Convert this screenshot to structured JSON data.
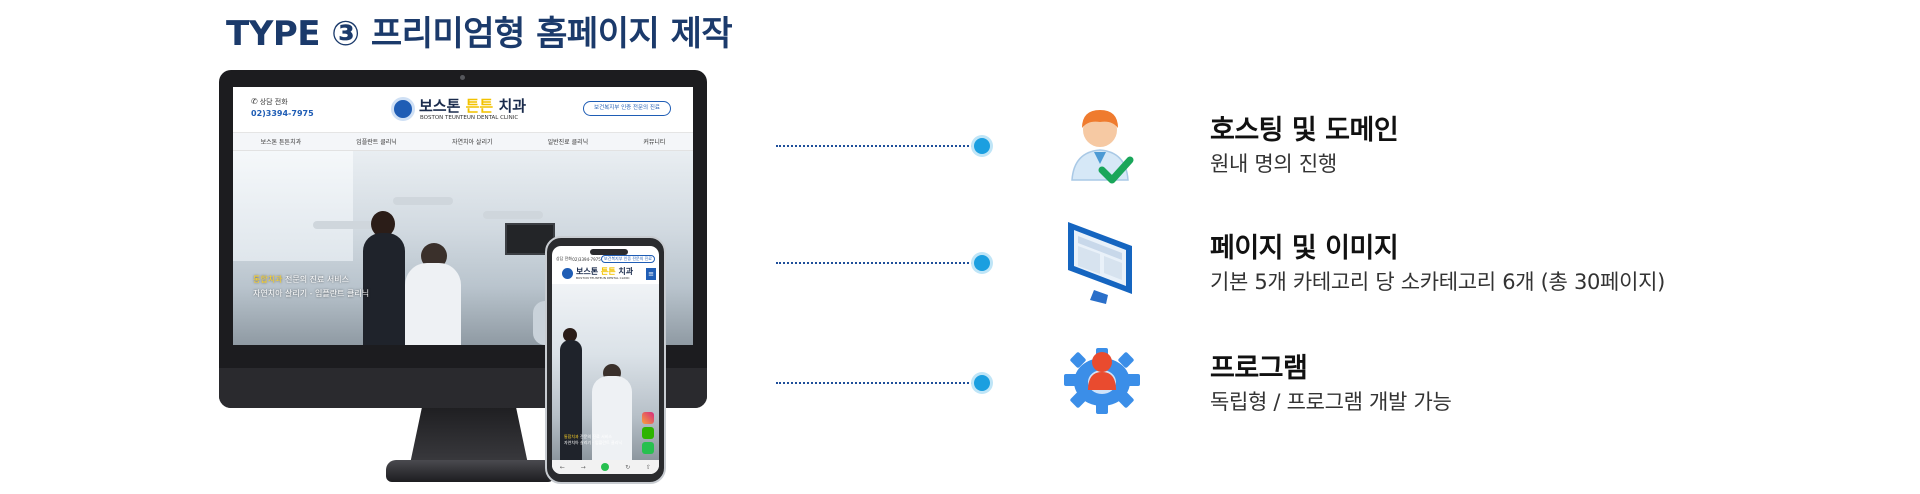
{
  "heading": "TYPE ③ 프리미엄형 홈페이지 제작",
  "site": {
    "call_label": "상담 전화",
    "call_number": "02)3394-7975",
    "logo_name_prefix": "보스톤 ",
    "logo_name_highlight": "튼튼",
    "logo_name_suffix": " 치과",
    "logo_sub": "BOSTON TEUNTEUN DENTAL CLINIC",
    "cert_badge": "보건복지부 인증 전문의 진료",
    "nav": [
      "보스톤 튼튼치과",
      "임플란트 클리닉",
      "자연치아 살리기",
      "일반진료 클리닉",
      "커뮤니티"
    ],
    "hero_caption_line1_highlight": "통합치과",
    "hero_caption_line1_rest": " 전문의 진료 서비스",
    "hero_caption_line2": "자연치아 살리기 - 임플란트 클리닉"
  },
  "features": [
    {
      "title": "호스팅 및 도메인",
      "desc": "원내 명의 진행",
      "icon": "hosting-user-check-icon"
    },
    {
      "title": "페이지 및 이미지",
      "desc": "기본 5개 카테고리 당 소카테고리 6개 (총 30페이지)",
      "icon": "monitor-page-icon"
    },
    {
      "title": "프로그램",
      "desc": "독립형 / 프로그램 개발 가능",
      "icon": "gear-person-icon"
    }
  ],
  "colors": {
    "heading": "#1b3a6b",
    "accent_blue": "#1f5db5",
    "dot": "#1b9fe0",
    "logo_highlight": "#f2c200"
  }
}
